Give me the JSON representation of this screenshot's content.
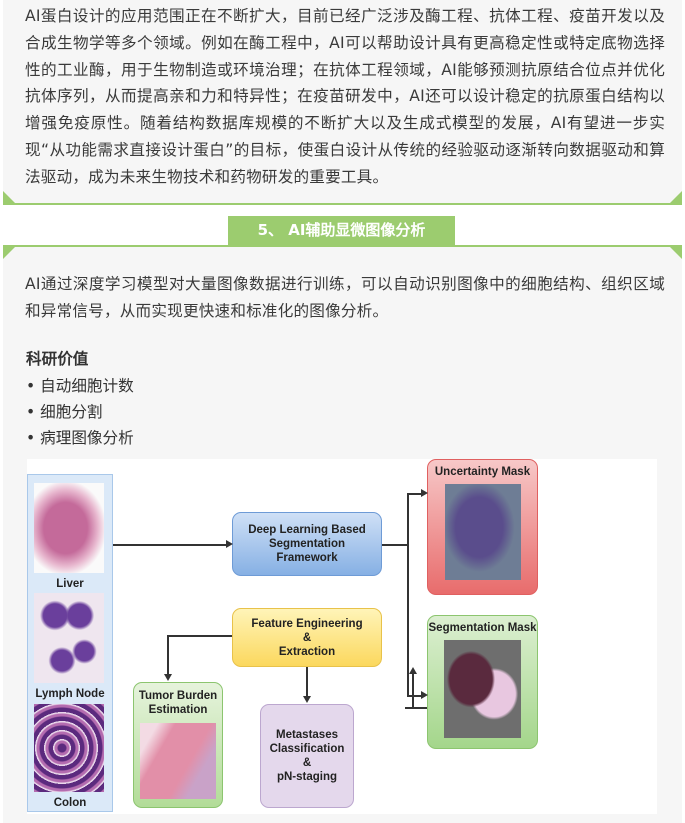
{
  "section4": {
    "paragraph": "AI蛋白设计的应用范围正在不断扩大，目前已经广泛涉及酶工程、抗体工程、疫苗开发以及合成生物学等多个领域。例如在酶工程中，AI可以帮助设计具有更高稳定性或特定底物选择性的工业酶，用于生物制造或环境治理；在抗体工程领域，AI能够预测抗原结合位点并优化抗体序列，从而提高亲和力和特异性；在疫苗研发中，AI还可以设计稳定的抗原蛋白结构以增强免疫原性。随着结构数据库规模的不断扩大以及生成式模型的发展，AI有望进一步实现“从功能需求直接设计蛋白”的目标，使蛋白设计从传统的经验驱动逐渐转向数据驱动和算法驱动，成为未来生物技术和药物研发的重要工具。"
  },
  "section5": {
    "heading": "5、 AI辅助显微图像分析",
    "paragraph": "AI通过深度学习模型对大量图像数据进行训练，可以自动识别图像中的细胞结构、组织区域和异常信号，从而实现更快速和标准化的图像分析。",
    "value_title": "科研价值",
    "bullets": [
      "• 自动细胞计数",
      "• 细胞分割",
      "• 病理图像分析"
    ]
  },
  "figure": {
    "inputs": [
      "Liver",
      "Lymph Node",
      "Colon"
    ],
    "deep_learning": [
      "Deep Learning Based",
      "Segmentation",
      "Framework"
    ],
    "feature": [
      "Feature Engineering",
      "&",
      "Extraction"
    ],
    "uncertainty": "Uncertainty Mask",
    "segmentation": "Segmentation Mask",
    "tumor": [
      "Tumor Burden",
      "Estimation"
    ],
    "metastases": [
      "Metastases",
      "Classification",
      "&",
      "pN-staging"
    ]
  },
  "colors": {
    "accent": "#9ccc6f",
    "panel": "#f6f6f6"
  }
}
